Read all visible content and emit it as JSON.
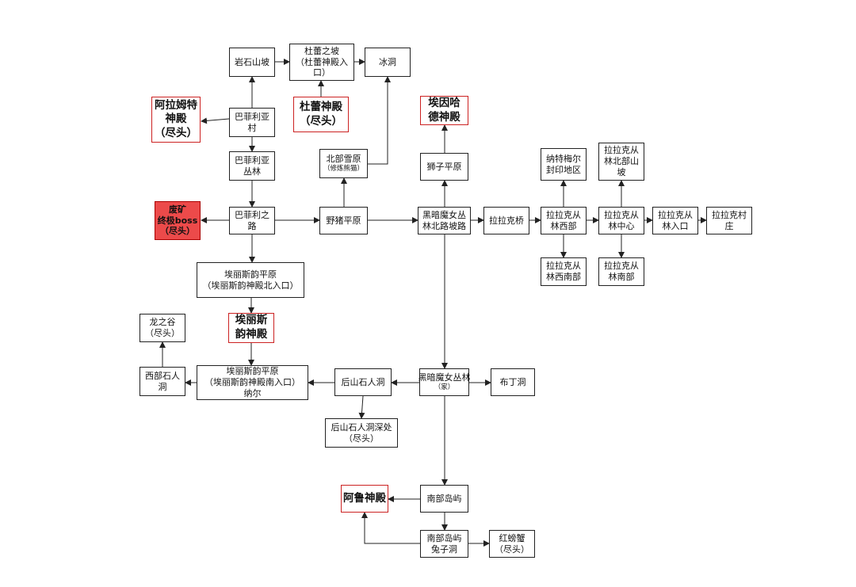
{
  "title": "Map route flowchart",
  "colors": {
    "line": "#222222",
    "red_border": "#cc2222",
    "red_fill": "#ec4a4a"
  },
  "nodes": {
    "yanshi": {
      "lines": [
        "岩石山坡"
      ]
    },
    "dulei_slope": {
      "lines": [
        "杜蕾之坡",
        "（杜蕾神殿入",
        "口）"
      ]
    },
    "bingdong": {
      "lines": [
        "冰洞"
      ]
    },
    "alamute": {
      "lines": [
        "阿拉姆特",
        "神殿",
        "（尽头）"
      ]
    },
    "dulei_temple": {
      "lines": [
        "杜蕾神殿",
        "（尽头）"
      ]
    },
    "aiyinhade": {
      "lines": [
        "埃因哈",
        "德神殿"
      ]
    },
    "bafeili_village": {
      "lines": [
        "巴菲利亚",
        "村"
      ]
    },
    "bafeili_jungle": {
      "lines": [
        "巴菲利亚",
        "丛林"
      ]
    },
    "north_snow": {
      "lines": [
        "北部雪原"
      ],
      "sub": "（修炼熊猫）"
    },
    "lion_plain": {
      "lines": [
        "狮子平原"
      ]
    },
    "nate": {
      "lines": [
        "纳特梅尔",
        "封印地区"
      ]
    },
    "lalake_north_slope": {
      "lines": [
        "拉拉克从",
        "林北部山",
        "坡"
      ]
    },
    "mine": {
      "lines": [
        "废矿",
        "终极boss",
        "（尽头）"
      ]
    },
    "bafeili_road": {
      "lines": [
        "巴菲利之",
        "路"
      ]
    },
    "boar_plain": {
      "lines": [
        "野猪平原"
      ]
    },
    "dark_forest_north": {
      "lines": [
        "黑暗魔女丛",
        "林北路坡路"
      ]
    },
    "lala_bridge": {
      "lines": [
        "拉拉克桥"
      ]
    },
    "lalake_west": {
      "lines": [
        "拉拉克从",
        "林西部"
      ]
    },
    "lalake_center": {
      "lines": [
        "拉拉克从",
        "林中心"
      ]
    },
    "lalake_entrance": {
      "lines": [
        "拉拉克从",
        "林入口"
      ]
    },
    "lalake_village": {
      "lines": [
        "拉拉克村",
        "庄"
      ]
    },
    "lalake_southwest": {
      "lines": [
        "拉拉克从",
        "林西南部"
      ]
    },
    "lalake_south": {
      "lines": [
        "拉拉克从",
        "林南部"
      ]
    },
    "elis_plain_north": {
      "lines": [
        "埃丽斯韵平原",
        "（埃丽斯韵神殿北入口）"
      ]
    },
    "elis_temple": {
      "lines": [
        "埃丽斯",
        "韵神殿"
      ]
    },
    "dragon_valley": {
      "lines": [
        "龙之谷",
        "（尽头）"
      ]
    },
    "west_golem": {
      "lines": [
        "西部石人",
        "洞"
      ]
    },
    "elis_plain_south": {
      "lines": [
        "埃丽斯韵平原",
        "（埃丽斯韵神殿南入口）",
        "纳尔"
      ]
    },
    "back_golem": {
      "lines": [
        "后山石人洞"
      ]
    },
    "dark_forest_home": {
      "lines": [
        "黑暗魔女丛林"
      ],
      "sub": "（家）"
    },
    "buding": {
      "lines": [
        "布丁洞"
      ]
    },
    "back_golem_deep": {
      "lines": [
        "后山石人洞深处",
        "（尽头）"
      ]
    },
    "alu_temple": {
      "lines": [
        "阿鲁神殿"
      ]
    },
    "south_island": {
      "lines": [
        "南部岛屿"
      ]
    },
    "south_rabbit": {
      "lines": [
        "南部岛屿",
        "兔子洞"
      ]
    },
    "red_crab": {
      "lines": [
        "红螃蟹",
        "（尽头）"
      ]
    }
  },
  "edges": [
    [
      "bafeili_village",
      "yanshi"
    ],
    [
      "bafeili_village",
      "alamute"
    ],
    [
      "bafeili_village",
      "bafeili_jungle"
    ],
    [
      "yanshi",
      "dulei_slope"
    ],
    [
      "dulei_slope",
      "bingdong"
    ],
    [
      "dulei_temple",
      "dulei_slope"
    ],
    [
      "north_snow",
      "bingdong"
    ],
    [
      "bafeili_jungle",
      "bafeili_road"
    ],
    [
      "bafeili_road",
      "mine"
    ],
    [
      "bafeili_road",
      "boar_plain"
    ],
    [
      "bafeili_road",
      "elis_plain_north"
    ],
    [
      "boar_plain",
      "north_snow"
    ],
    [
      "boar_plain",
      "dark_forest_north"
    ],
    [
      "dark_forest_north",
      "lion_plain"
    ],
    [
      "lion_plain",
      "aiyinhade"
    ],
    [
      "dark_forest_north",
      "lala_bridge"
    ],
    [
      "lala_bridge",
      "lalake_west"
    ],
    [
      "lalake_west",
      "nate"
    ],
    [
      "lalake_west",
      "lalake_southwest"
    ],
    [
      "lalake_west",
      "lalake_center"
    ],
    [
      "lalake_center",
      "lalake_north_slope"
    ],
    [
      "lalake_center",
      "lalake_south"
    ],
    [
      "lalake_center",
      "lalake_entrance"
    ],
    [
      "lalake_entrance",
      "lalake_village"
    ],
    [
      "elis_plain_north",
      "elis_temple"
    ],
    [
      "elis_temple",
      "elis_plain_south"
    ],
    [
      "elis_plain_south",
      "west_golem"
    ],
    [
      "west_golem",
      "dragon_valley"
    ],
    [
      "back_golem",
      "elis_plain_south"
    ],
    [
      "back_golem",
      "back_golem_deep"
    ],
    [
      "dark_forest_home",
      "back_golem"
    ],
    [
      "dark_forest_home",
      "buding"
    ],
    [
      "dark_forest_north",
      "dark_forest_home"
    ],
    [
      "dark_forest_home",
      "south_island"
    ],
    [
      "south_island",
      "alu_temple"
    ],
    [
      "south_island",
      "south_rabbit"
    ],
    [
      "south_rabbit",
      "alu_temple"
    ],
    [
      "south_rabbit",
      "red_crab"
    ]
  ]
}
